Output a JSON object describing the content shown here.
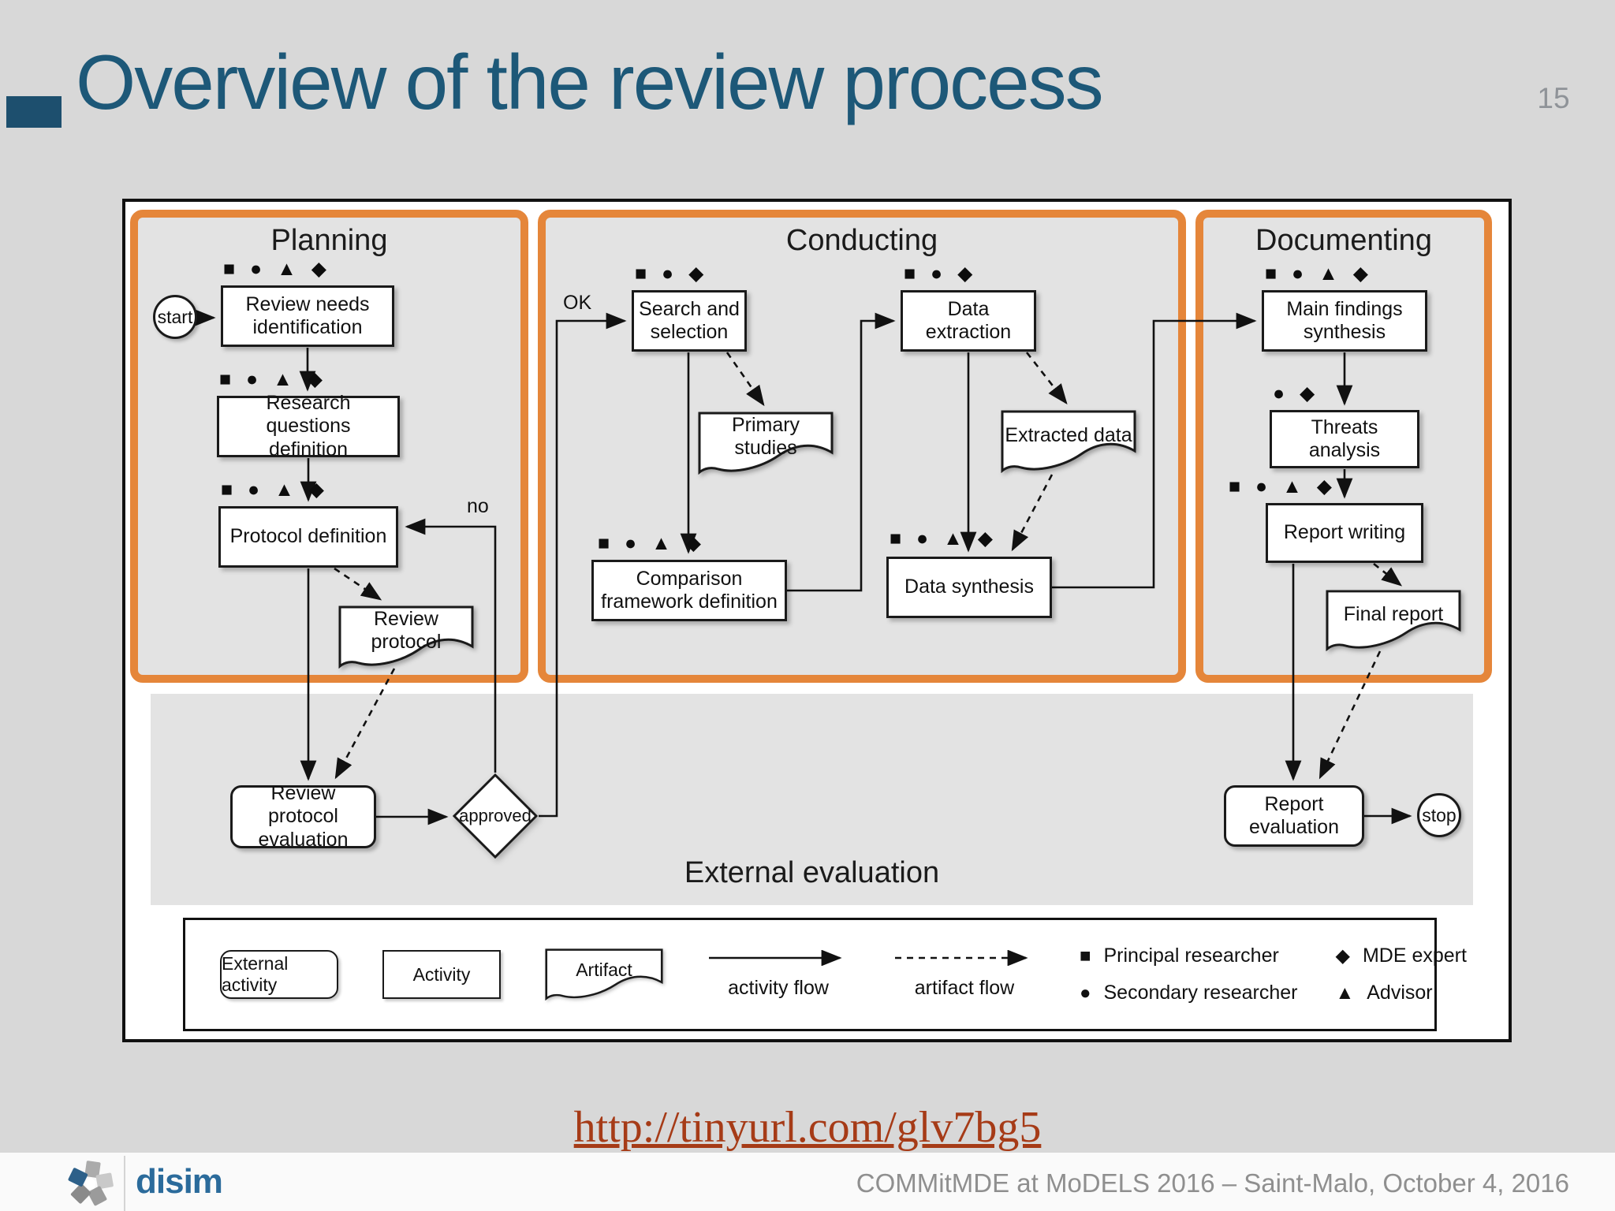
{
  "slide": {
    "title": "Overview of the review process",
    "page_number": "15",
    "link": "http://tinyurl.com/glv7bg5",
    "footer_text": "COMMitMDE at MoDELS 2016 – Saint-Malo, October 4, 2016",
    "logo": "disim"
  },
  "colors": {
    "accent_orange": "#e5863a",
    "title_teal": "#1d5878",
    "link_red": "#a63b17",
    "logo_blue": "#2b6b9b",
    "panel_gray": "#e3e3e3",
    "slide_gray": "#d8d8d8"
  },
  "sections": {
    "planning": "Planning",
    "conducting": "Conducting",
    "documenting": "Documenting"
  },
  "band": {
    "label": "External evaluation"
  },
  "nodes": {
    "start": "start",
    "stop": "stop",
    "approved": "approved",
    "ok": "OK",
    "no": "no",
    "review_needs": "Review needs identification",
    "research_questions": "Research questions definition",
    "protocol_definition": "Protocol definition",
    "review_protocol": "Review protocol",
    "review_protocol_evaluation": "Review protocol evaluation",
    "search_selection": "Search and selection",
    "primary_studies": "Primary studies",
    "comparison_framework": "Comparison framework definition",
    "data_extraction": "Data extraction",
    "extracted_data": "Extracted data",
    "data_synthesis": "Data synthesis",
    "main_findings": "Main findings synthesis",
    "threats_analysis": "Threats analysis",
    "report_writing": "Report writing",
    "final_report": "Final report",
    "report_evaluation": "Report evaluation"
  },
  "roles": {
    "review_needs": "■ ● ▲ ◆",
    "research_questions": "■ ● ▲ ◆",
    "protocol_definition": "■ ● ▲ ◆",
    "search_selection": "■ ● ◆",
    "comparison_framework": "■ ● ▲ ◆",
    "data_extraction": "■ ● ◆",
    "data_synthesis": "■ ● ▲ ◆",
    "main_findings": "■ ● ▲ ◆",
    "threats_analysis": "● ◆",
    "report_writing": "■ ● ▲ ◆"
  },
  "legend": {
    "external_activity": "External activity",
    "activity": "Activity",
    "artifact": "Artifact",
    "activity_flow": "activity flow",
    "artifact_flow": "artifact flow",
    "roles": [
      {
        "icon": "■",
        "label": "Principal researcher"
      },
      {
        "icon": "●",
        "label": "Secondary researcher"
      },
      {
        "icon": "◆",
        "label": "MDE expert"
      },
      {
        "icon": "▲",
        "label": "Advisor"
      }
    ]
  }
}
